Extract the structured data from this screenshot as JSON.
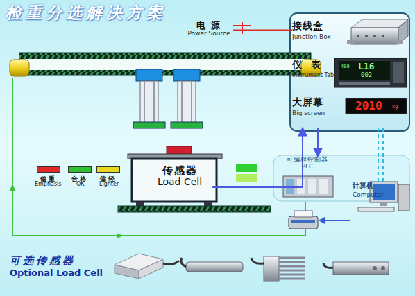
{
  "diagram": {
    "title": "检重分选解决方案",
    "nodes": [
      {
        "text": [
          "电 源",
          "Power Source"
        ]
      },
      {
        "text": [
          "接线盒",
          "Junction Box"
        ]
      },
      {
        "text": [
          "仪 表",
          "Instrument Table"
        ]
      },
      {
        "text": [
          "大屏幕",
          "Big screen"
        ]
      },
      {
        "text": [
          "传感器",
          "Load Cell"
        ]
      },
      {
        "text": [
          "可编程控制器",
          "PLC"
        ]
      },
      {
        "text": [
          "计算机",
          "Computer"
        ]
      }
    ],
    "edges": [
      {
        "from": 0,
        "to": 1,
        "arrow": "none"
      },
      {
        "from": 4,
        "to": 3,
        "arrow": "to"
      },
      {
        "from": 3,
        "to": 5,
        "arrow": "to"
      },
      {
        "from": 6,
        "to": 3,
        "arrow": "none"
      }
    ],
    "labels": [
      "Emphasis",
      "OK",
      "Lighter",
      "400",
      "L16",
      "002",
      "2010",
      "kg",
      "可选传感器",
      "Optional Load Cell"
    ],
    "legend": [
      {
        "text": "偏重",
        "color": "#e02828"
      },
      {
        "text": "合格",
        "color": "#30c030"
      },
      {
        "text": "偏轻",
        "color": "#e8d820"
      }
    ]
  }
}
